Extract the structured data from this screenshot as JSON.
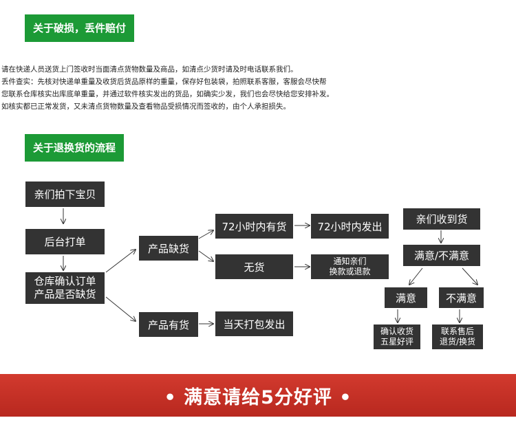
{
  "section1_title": "关于破损，丢件赔付",
  "notice_lines": [
    "请在快递人员送货上门签收时当面清点货物数量及商品，如清点少货时请及时电话联系我们。",
    "丢件查实：先核对快递单重量及收货后货品原样的重量，保存好包装袋，拍照联系客服，客服会尽快帮",
    "您联系仓库核实出库底单重量，并通过软件核实发出的货品，如确实少发，我们也会尽快给您安排补发。",
    "如核实都已正常发货，又未清点货物数量及查看物品受损情况而签收的，由个人承担损失。"
  ],
  "section2_title": "关于退换货的流程",
  "flow": {
    "order": "亲们拍下宝贝",
    "print": "后台打单",
    "confirm_line1": "仓库确认订单",
    "confirm_line2": "产品是否缺货",
    "out_of_stock": "产品缺货",
    "in_stock": "产品有货",
    "has_72h": "72小时内有货",
    "ship_72h": "72小时内发出",
    "no_stock": "无货",
    "notify_line1": "通知亲们",
    "notify_line2": "换款或退款",
    "same_day": "当天打包发出",
    "received": "亲们收到货",
    "satisfaction": "满意/不满意",
    "satisfied": "满意",
    "unsatisfied": "不满意",
    "confirm_receipt_line1": "确认收货",
    "confirm_receipt_line2": "五星好评",
    "contact_line1": "联系售后",
    "contact_line2": "退货/换货"
  },
  "banner_text": "• 满意请给5分好评 •",
  "colors": {
    "green": "#1c9a36",
    "box": "#333333",
    "banner": "#c8332a"
  }
}
